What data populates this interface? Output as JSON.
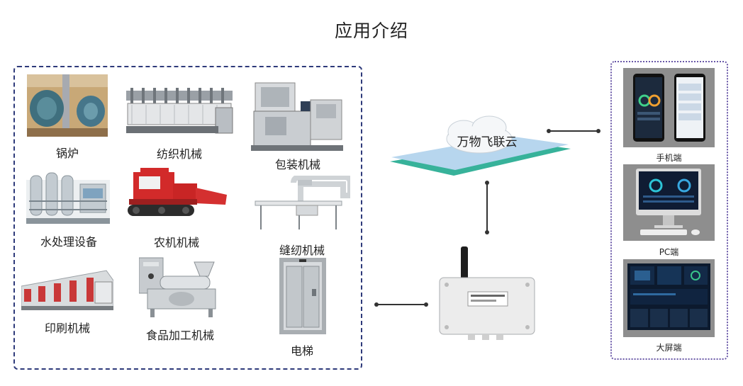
{
  "page": {
    "title": "应用介绍"
  },
  "cloud": {
    "label": "万物飞联云"
  },
  "machines": [
    {
      "name": "boiler",
      "label": "锅炉"
    },
    {
      "name": "textile",
      "label": "纺织机械"
    },
    {
      "name": "packaging",
      "label": "包装机械"
    },
    {
      "name": "water",
      "label": "水处理设备"
    },
    {
      "name": "agri",
      "label": "农机机械"
    },
    {
      "name": "sewing",
      "label": "缝纫机械"
    },
    {
      "name": "printing",
      "label": "印刷机械"
    },
    {
      "name": "food",
      "label": "食品加工机械"
    },
    {
      "name": "elevator",
      "label": "电梯"
    }
  ],
  "devices": [
    {
      "name": "mobile",
      "label": "手机端"
    },
    {
      "name": "pc",
      "label": "PC端"
    },
    {
      "name": "bigscreen",
      "label": "大屏端"
    }
  ],
  "colors": {
    "machines_border": "#2e3a7a",
    "devices_border": "#6a58a8",
    "cloud_top": "#b9d7f0",
    "cloud_bottom": "#3bb39a"
  }
}
